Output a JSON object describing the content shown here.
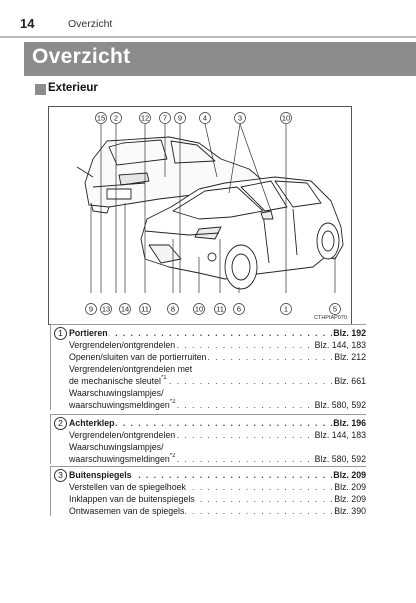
{
  "header": {
    "page_number": "14",
    "title": "Overzicht"
  },
  "banner": {
    "title": "Overzicht"
  },
  "section": {
    "label": "Exterieur"
  },
  "figure": {
    "code": "CTHPIAP070",
    "top_callouts": [
      "15",
      "2",
      "12",
      "7",
      "9",
      "4",
      "3",
      "10"
    ],
    "bottom_callouts": [
      "9",
      "13",
      "14",
      "11",
      "8",
      "10",
      "11",
      "6",
      "1",
      "5"
    ]
  },
  "entries": [
    {
      "num": "1",
      "rows": [
        {
          "text": "Portieren",
          "page": "Blz. 192",
          "bold": true
        },
        {
          "text": "Vergrendelen/ontgrendelen",
          "page": "Blz. 144, 183"
        },
        {
          "text": "Openen/sluiten van de portierruiten",
          "page": "Blz. 212"
        },
        {
          "text": "Vergrendelen/ontgrendelen met",
          "page": ""
        },
        {
          "text": "de mechanische sleutel",
          "sup": "*1",
          "page": "Blz. 661"
        },
        {
          "text": "Waarschuwingslampjes/",
          "page": ""
        },
        {
          "text": "waarschuwingsmeldingen",
          "sup": "*2",
          "page": "Blz. 580, 592"
        }
      ]
    },
    {
      "num": "2",
      "rows": [
        {
          "text": "Achterklep",
          "page": "Blz. 196",
          "bold": true
        },
        {
          "text": "Vergrendelen/ontgrendelen",
          "page": "Blz. 144, 183"
        },
        {
          "text": "Waarschuwingslampjes/",
          "page": ""
        },
        {
          "text": "waarschuwingsmeldingen",
          "sup": "*2",
          "page": "Blz. 580, 592"
        }
      ]
    },
    {
      "num": "3",
      "rows": [
        {
          "text": "Buitenspiegels",
          "page": "Blz. 209",
          "bold": true
        },
        {
          "text": "Verstellen van de spiegelhoek",
          "page": "Blz. 209"
        },
        {
          "text": "Inklappen van de buitenspiegels",
          "page": "Blz. 209"
        },
        {
          "text": "Ontwasemen van de spiegels",
          "page": "Blz. 390"
        }
      ]
    }
  ]
}
